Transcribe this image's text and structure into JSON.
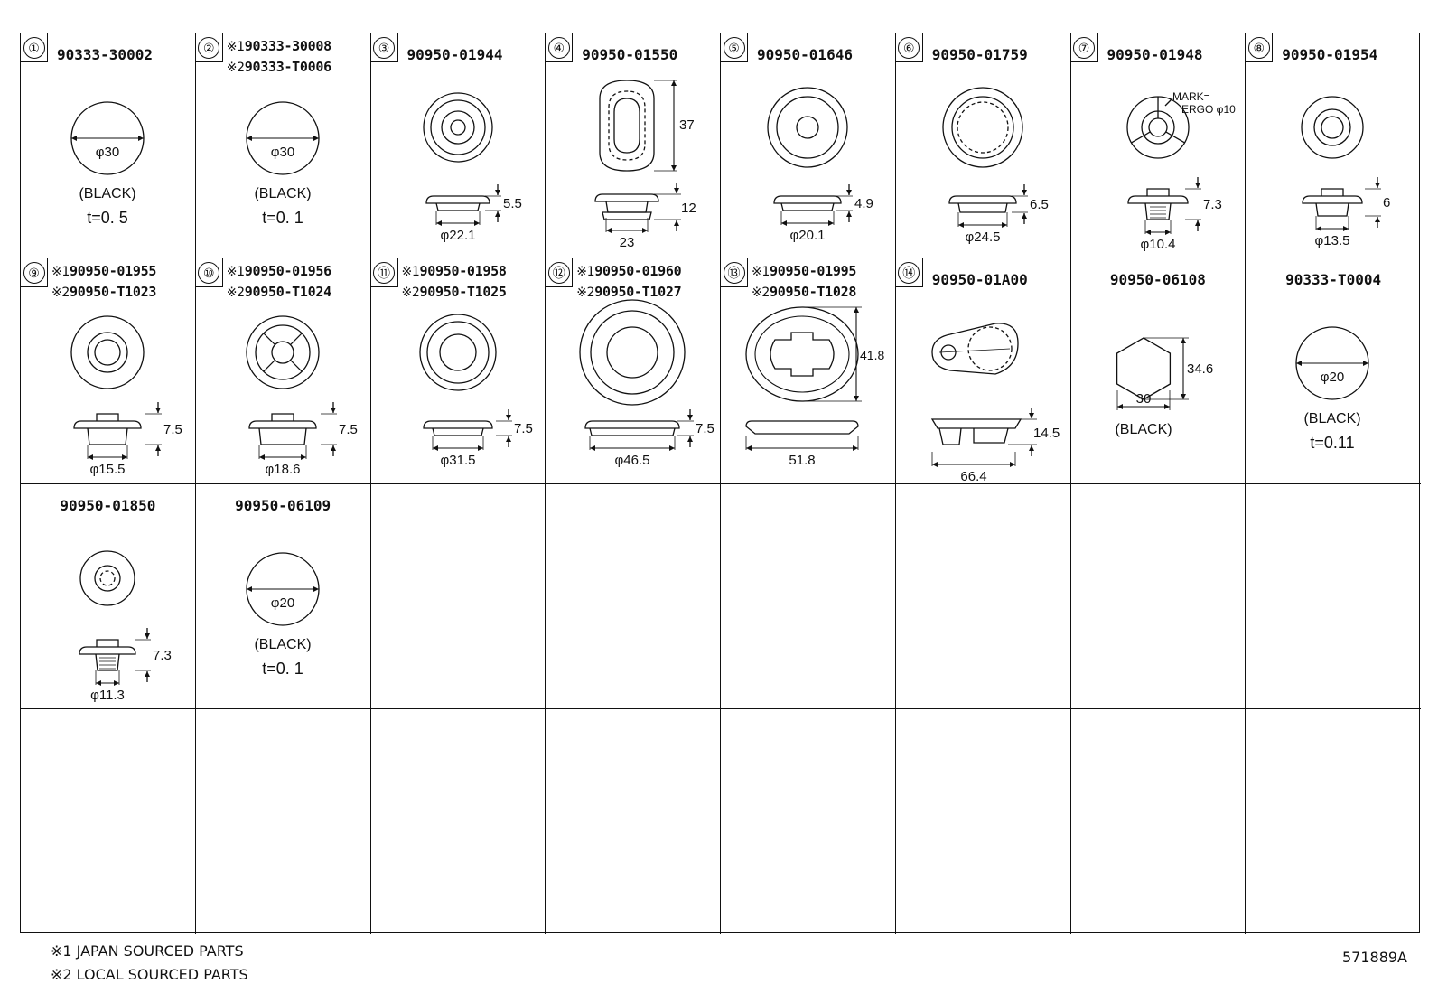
{
  "items": [
    {
      "num": "①",
      "parts": [
        {
          "pn": "90333-30002"
        }
      ],
      "dims": {
        "dia": "φ30",
        "color": "(BLACK)",
        "t": "t=0. 5"
      }
    },
    {
      "num": "②",
      "parts": [
        {
          "mark": "※1",
          "pn": "90333-30008"
        },
        {
          "mark": "※2",
          "pn": "90333-T0006"
        }
      ],
      "dims": {
        "dia": "φ30",
        "color": "(BLACK)",
        "t": "t=0. 1"
      }
    },
    {
      "num": "③",
      "parts": [
        {
          "pn": "90950-01944"
        }
      ],
      "dims": {
        "h": "5.5",
        "dia": "φ22.1"
      }
    },
    {
      "num": "④",
      "parts": [
        {
          "pn": "90950-01550"
        }
      ],
      "dims": {
        "top": "37",
        "h": "12",
        "w": "23"
      }
    },
    {
      "num": "⑤",
      "parts": [
        {
          "pn": "90950-01646"
        }
      ],
      "dims": {
        "h": "4.9",
        "dia": "φ20.1"
      }
    },
    {
      "num": "⑥",
      "parts": [
        {
          "pn": "90950-01759"
        }
      ],
      "dims": {
        "h": "6.5",
        "dia": "φ24.5"
      }
    },
    {
      "num": "⑦",
      "parts": [
        {
          "pn": "90950-01948"
        }
      ],
      "dims": {
        "mark1": "MARK=",
        "mark2": "ERGO φ10",
        "h": "7.3",
        "dia": "φ10.4"
      }
    },
    {
      "num": "⑧",
      "parts": [
        {
          "pn": "90950-01954"
        }
      ],
      "dims": {
        "h": "6",
        "dia": "φ13.5"
      }
    },
    {
      "num": "⑨",
      "parts": [
        {
          "mark": "※1",
          "pn": "90950-01955"
        },
        {
          "mark": "※2",
          "pn": "90950-T1023"
        }
      ],
      "dims": {
        "h": "7.5",
        "dia": "φ15.5"
      }
    },
    {
      "num": "⑩",
      "parts": [
        {
          "mark": "※1",
          "pn": "90950-01956"
        },
        {
          "mark": "※2",
          "pn": "90950-T1024"
        }
      ],
      "dims": {
        "h": "7.5",
        "dia": "φ18.6"
      }
    },
    {
      "num": "⑪",
      "parts": [
        {
          "mark": "※1",
          "pn": "90950-01958"
        },
        {
          "mark": "※2",
          "pn": "90950-T1025"
        }
      ],
      "dims": {
        "h": "7.5",
        "dia": "φ31.5"
      }
    },
    {
      "num": "⑫",
      "parts": [
        {
          "mark": "※1",
          "pn": "90950-01960"
        },
        {
          "mark": "※2",
          "pn": "90950-T1027"
        }
      ],
      "dims": {
        "h": "7.5",
        "dia": "φ46.5"
      }
    },
    {
      "num": "⑬",
      "parts": [
        {
          "mark": "※1",
          "pn": "90950-01995"
        },
        {
          "mark": "※2",
          "pn": "90950-T1028"
        }
      ],
      "dims": {
        "top": "41.8",
        "w": "51.8"
      }
    },
    {
      "num": "⑭",
      "parts": [
        {
          "pn": "90950-01A00"
        }
      ],
      "dims": {
        "h": "14.5",
        "w": "66.4"
      }
    },
    {
      "num": "",
      "parts": [
        {
          "pn": "90950-06108"
        }
      ],
      "dims": {
        "h": "34.6",
        "w": "30",
        "color": "(BLACK)"
      }
    },
    {
      "num": "",
      "parts": [
        {
          "pn": "90333-T0004"
        }
      ],
      "dims": {
        "dia": "φ20",
        "color": "(BLACK)",
        "t": "t=0.11"
      }
    },
    {
      "num": "",
      "parts": [
        {
          "pn": "90950-01850"
        }
      ],
      "dims": {
        "h": "7.3",
        "dia": "φ11.3"
      }
    },
    {
      "num": "",
      "parts": [
        {
          "pn": "90950-06109"
        }
      ],
      "dims": {
        "dia": "φ20",
        "color": "(BLACK)",
        "t": "t=0. 1"
      }
    }
  ],
  "notes": [
    "※1 JAPAN SOURCED PARTS",
    "※2 LOCAL SOURCED PARTS"
  ],
  "figure_id": "571889A"
}
